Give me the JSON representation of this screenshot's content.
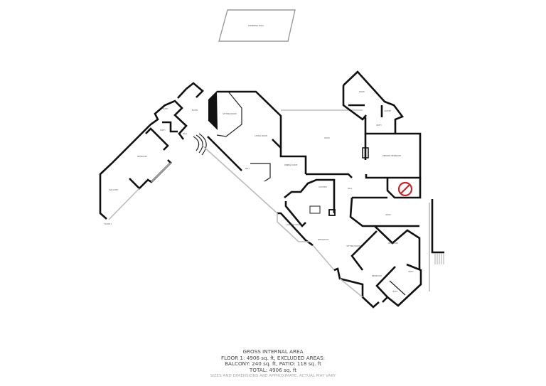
{
  "plan": {
    "rooms": [
      {
        "id": "pool",
        "label": "SWIMMING POOL"
      },
      {
        "id": "bedroom-west",
        "label": "BEDROOM"
      },
      {
        "id": "balcony",
        "label": "BALCONY"
      },
      {
        "id": "floor",
        "label": "FLOOR 1"
      },
      {
        "id": "bath-1",
        "label": "BATH"
      },
      {
        "id": "bath-2",
        "label": "BATH"
      },
      {
        "id": "foyer",
        "label": "FOYER"
      },
      {
        "id": "hall-west",
        "label": "HALL"
      },
      {
        "id": "sitting-room-1",
        "label": "SITTING ROOM"
      },
      {
        "id": "living-room",
        "label": "LIVING ROOM"
      },
      {
        "id": "patio-1",
        "label": "PATIO"
      },
      {
        "id": "gallery",
        "label": "HALL"
      },
      {
        "id": "dining-room",
        "label": "DINING ROOM"
      },
      {
        "id": "nook",
        "label": "NOOK"
      },
      {
        "id": "closet",
        "label": "CLOSET"
      },
      {
        "id": "bath-3",
        "label": "BATH"
      },
      {
        "id": "primary-bedroom",
        "label": "PRIMARY BEDROOM"
      },
      {
        "id": "hall-east",
        "label": "HALL"
      },
      {
        "id": "kitchen",
        "label": "KITCHEN"
      },
      {
        "id": "laundry",
        "label": "LAUNDRY ROOM"
      },
      {
        "id": "breakfast",
        "label": "BREAKFAST"
      },
      {
        "id": "sitting-room-2",
        "label": "SITTING ROOM"
      },
      {
        "id": "patio-2",
        "label": "PATIO"
      },
      {
        "id": "bedroom-east-1",
        "label": "BEDROOM"
      },
      {
        "id": "bedroom-east-2",
        "label": "BEDROOM"
      },
      {
        "id": "bath-4",
        "label": "BATH"
      },
      {
        "id": "bath-5",
        "label": "BATH"
      }
    ],
    "no_entry_color": "#c0282e"
  },
  "footer": {
    "title": "GROSS INTERNAL AREA",
    "line1": "FLOOR 1: 4906 sq. ft, EXCLUDED AREAS:",
    "line2": "BALCONY: 240 sq. ft, PATIO: 118 sq. ft",
    "line3": "TOTAL: 4906 sq. ft",
    "note": "SIZES AND DIMENSIONS ARE APPROXIMATE, ACTUAL MAY VARY"
  }
}
